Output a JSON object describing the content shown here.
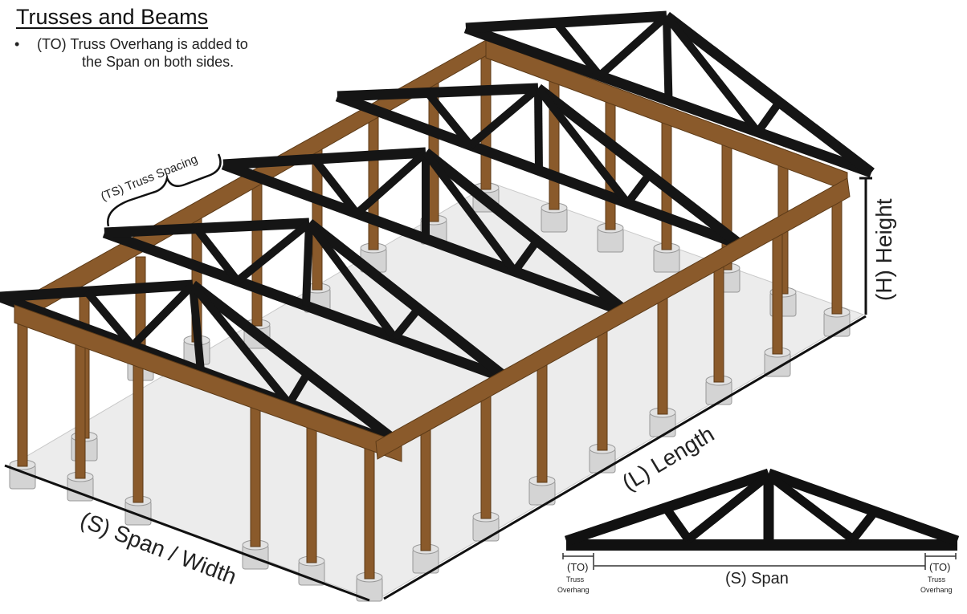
{
  "header": {
    "title": "Trusses and Beams",
    "bullet": "•",
    "note_line1": "(TO) Truss Overhang is added to",
    "note_line2": "the Span on both sides."
  },
  "labels": {
    "truss_spacing": "(TS) Truss Spacing",
    "span_width": "(S) Span / Width",
    "length": "(L) Length",
    "height": "(H) Height"
  },
  "truss_detail": {
    "overhang_left_abbr": "(TO)",
    "overhang_left_l1": "Truss",
    "overhang_left_l2": "Overhang",
    "span": "(S) Span",
    "overhang_right_abbr": "(TO)",
    "overhang_right_l1": "Truss",
    "overhang_right_l2": "Overhang"
  },
  "colors": {
    "wood": "#8a5a2b",
    "wood_dark": "#5c3a17",
    "truss": "#151515",
    "slab": "#ececec",
    "footing": "#d4d4d4"
  }
}
